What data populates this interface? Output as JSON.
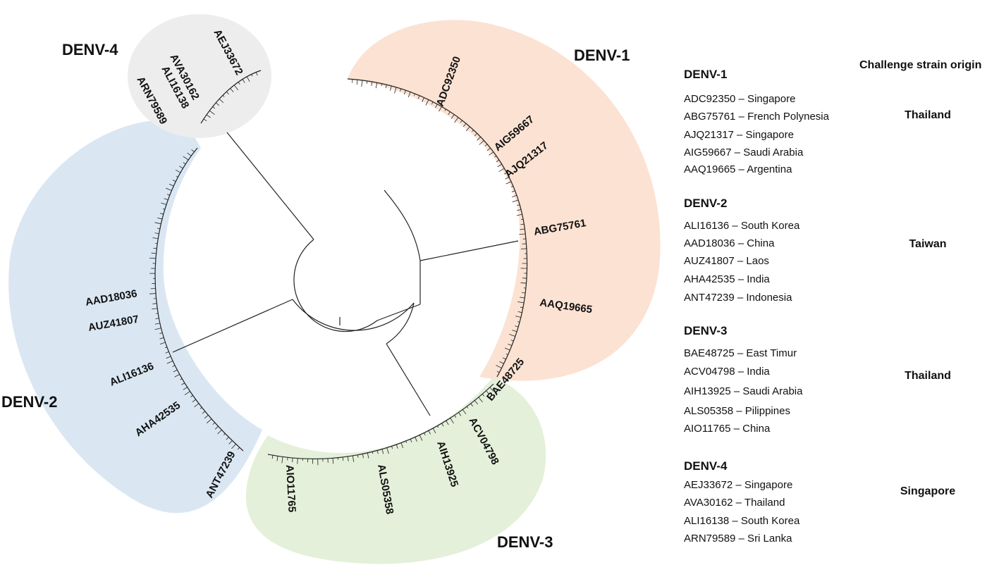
{
  "colors": {
    "denv1": "#fbe2d3",
    "denv2": "#dae7f3",
    "denv3": "#e4f0da",
    "denv4": "#ededed",
    "branch": "#222222"
  },
  "clades": {
    "denv1": {
      "title": "DENV-1",
      "leaves": [
        "ADC92350",
        "AIG59667",
        "AJQ21317",
        "ABG75761",
        "AAQ19665"
      ]
    },
    "denv2": {
      "title": "DENV-2",
      "leaves": [
        "AAD18036",
        "AUZ41807",
        "ALI16136",
        "AHA42535",
        "ANT47239"
      ]
    },
    "denv3": {
      "title": "DENV-3",
      "leaves": [
        "BAE48725",
        "ACV04798",
        "AIH13925",
        "ALS05358",
        "AIO11765"
      ]
    },
    "denv4": {
      "title": "DENV-4",
      "leaves": [
        "AEJ33672",
        "AVA30162",
        "ALI16138",
        "ARN79589"
      ]
    }
  },
  "legend": {
    "origin_header": "Challenge strain origin",
    "groups": [
      {
        "title": "DENV-1",
        "origin": "Thailand",
        "strains": [
          "ADC92350 – Singapore",
          "ABG75761 – French Polynesia",
          "AJQ21317 – Singapore",
          "AIG59667 – Saudi Arabia",
          "AAQ19665 – Argentina"
        ]
      },
      {
        "title": "DENV-2",
        "origin": "Taiwan",
        "strains": [
          "ALI16136 – South Korea",
          "AAD18036 – China",
          "AUZ41807 – Laos",
          "AHA42535 – India",
          "ANT47239 – Indonesia"
        ]
      },
      {
        "title": "DENV-3",
        "origin": "Thailand",
        "strains": [
          "BAE48725 – East Timur",
          "ACV04798 – India",
          "AIH13925 – Saudi Arabia",
          "ALS05358 – Pilippines",
          "AIO11765 – China"
        ]
      },
      {
        "title": "DENV-4",
        "origin": "Singapore",
        "strains": [
          "AEJ33672 – Singapore",
          "AVA30162 – Thailand",
          "ALI16138 – South Korea",
          "ARN79589 – Sri Lanka"
        ]
      }
    ]
  }
}
